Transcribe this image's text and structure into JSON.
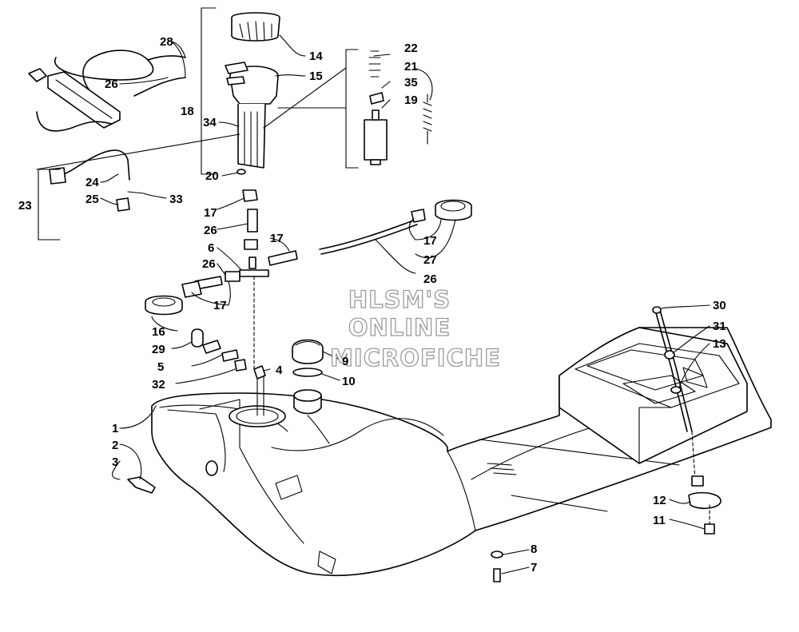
{
  "watermark": {
    "line1": "HLSM'S",
    "line2": "ONLINE",
    "line3": "MICROFICHE"
  },
  "callouts": {
    "c1": "1",
    "c2": "2",
    "c3": "3",
    "c4": "4",
    "c5": "5",
    "c6": "6",
    "c7": "7",
    "c8": "8",
    "c9": "9",
    "c10": "10",
    "c11": "11",
    "c12": "12",
    "c13": "13",
    "c14": "14",
    "c15": "15",
    "c16": "16",
    "c17a": "17",
    "c17b": "17",
    "c17c": "17",
    "c17d": "17",
    "c18": "18",
    "c19": "19",
    "c20": "20",
    "c21": "21",
    "c22": "22",
    "c23": "23",
    "c24": "24",
    "c25": "25",
    "c26a": "26",
    "c26b": "26",
    "c26c": "26",
    "c26d": "26",
    "c27": "27",
    "c28": "28",
    "c29": "29",
    "c30": "30",
    "c31": "31",
    "c32": "32",
    "c33": "33",
    "c34": "34",
    "c35": "35"
  }
}
